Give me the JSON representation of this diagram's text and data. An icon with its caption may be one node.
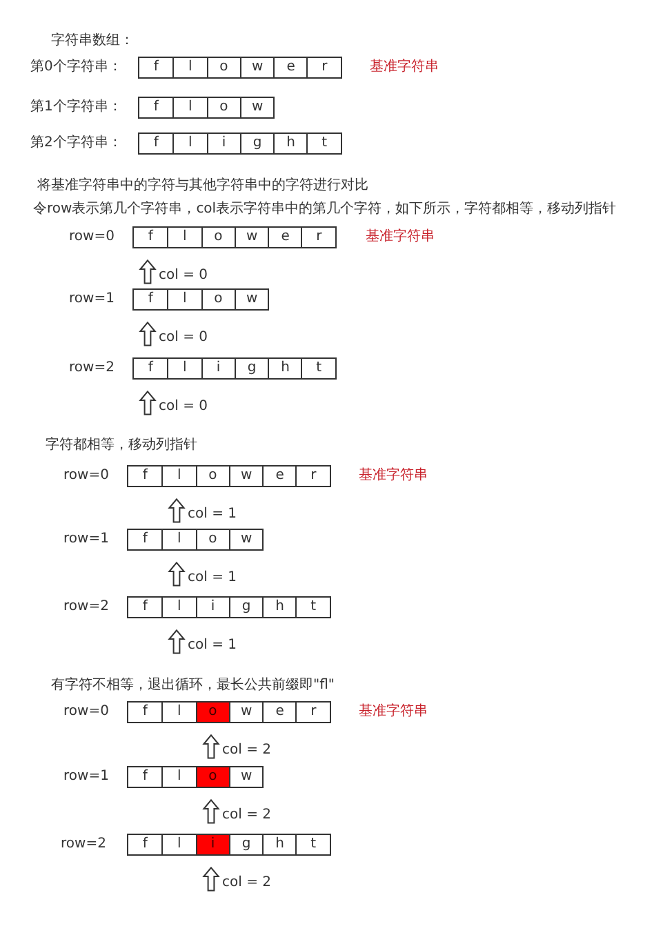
{
  "diagram": {
    "nodes": [
      {
        "text": [
          "f",
          "l",
          "o",
          "w",
          "e",
          "r"
        ],
        "beside": [
          "第0个字符串：",
          "基准字符串"
        ]
      },
      {
        "text": [
          "f",
          "l",
          "o",
          "w"
        ],
        "beside": [
          "第1个字符串："
        ]
      },
      {
        "text": [
          "f",
          "l",
          "i",
          "g",
          "h",
          "t"
        ],
        "beside": [
          "第2个字符串："
        ]
      },
      {
        "text": [
          "f",
          "l",
          "o",
          "w",
          "e",
          "r"
        ],
        "beside": [
          "row=0",
          "基准字符串"
        ]
      },
      {
        "text": [
          "f",
          "l",
          "o",
          "w"
        ],
        "beside": [
          "row=1"
        ]
      },
      {
        "text": [
          "f",
          "l",
          "i",
          "g",
          "h",
          "t"
        ],
        "beside": [
          "row=2"
        ]
      },
      {
        "text": [
          "f",
          "l",
          "o",
          "w",
          "e",
          "r"
        ],
        "beside": [
          "row=0",
          "基准字符串"
        ]
      },
      {
        "text": [
          "f",
          "l",
          "o",
          "w"
        ],
        "beside": [
          "row=1"
        ]
      },
      {
        "text": [
          "f",
          "l",
          "i",
          "g",
          "h",
          "t"
        ],
        "beside": [
          "row=2"
        ]
      },
      {
        "text": [
          "f",
          "l",
          "o",
          "w",
          "e",
          "r"
        ],
        "beside": [
          "row=0",
          "基准字符串"
        ]
      },
      {
        "text": [
          "f",
          "l",
          "o",
          "w"
        ],
        "beside": [
          "row=1"
        ]
      },
      {
        "text": [
          "f",
          "l",
          "i",
          "g",
          "h",
          "t"
        ],
        "beside": [
          "row=2"
        ]
      }
    ],
    "edges": [
      {
        "from": null,
        "to": 3,
        "arrow": "to",
        "label": "col = 0"
      },
      {
        "from": null,
        "to": 4,
        "arrow": "to",
        "label": "col = 0"
      },
      {
        "from": null,
        "to": 5,
        "arrow": "to",
        "label": "col = 0"
      },
      {
        "from": null,
        "to": 6,
        "arrow": "to",
        "label": "col = 1"
      },
      {
        "from": null,
        "to": 7,
        "arrow": "to",
        "label": "col = 1"
      },
      {
        "from": null,
        "to": 8,
        "arrow": "to",
        "label": "col = 1"
      },
      {
        "from": null,
        "to": 9,
        "arrow": "to",
        "label": "col = 2"
      },
      {
        "from": null,
        "to": 10,
        "arrow": "to",
        "label": "col = 2"
      },
      {
        "from": null,
        "to": 11,
        "arrow": "to",
        "label": "col = 2"
      }
    ],
    "labels": [
      "字符串数组：",
      "将基准字符串中的字符与其他字符串中的字符进行对比",
      "令row表示第几个字符串，col表示字符串中的第几个字符，如下所示，字符都相等，移动列指针",
      "字符都相等，移动列指针",
      "有字符不相等，退出循环，最长公共前缀即\"fl\""
    ]
  }
}
